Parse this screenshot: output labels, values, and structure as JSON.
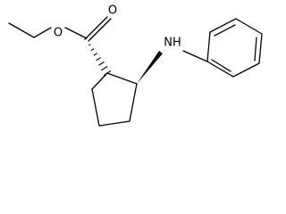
{
  "molecule": {
    "atoms": [
      {
        "id": "O_ether",
        "label": "O"
      },
      {
        "id": "O_carbonyl",
        "label": "O"
      },
      {
        "id": "N_amine",
        "label": "NH"
      }
    ],
    "stereo": {
      "C1": "wedge-hash",
      "C2": "wedge-bold"
    },
    "colors": {
      "bond": "#000000",
      "label": "#000000",
      "background": "#ffffff"
    }
  }
}
